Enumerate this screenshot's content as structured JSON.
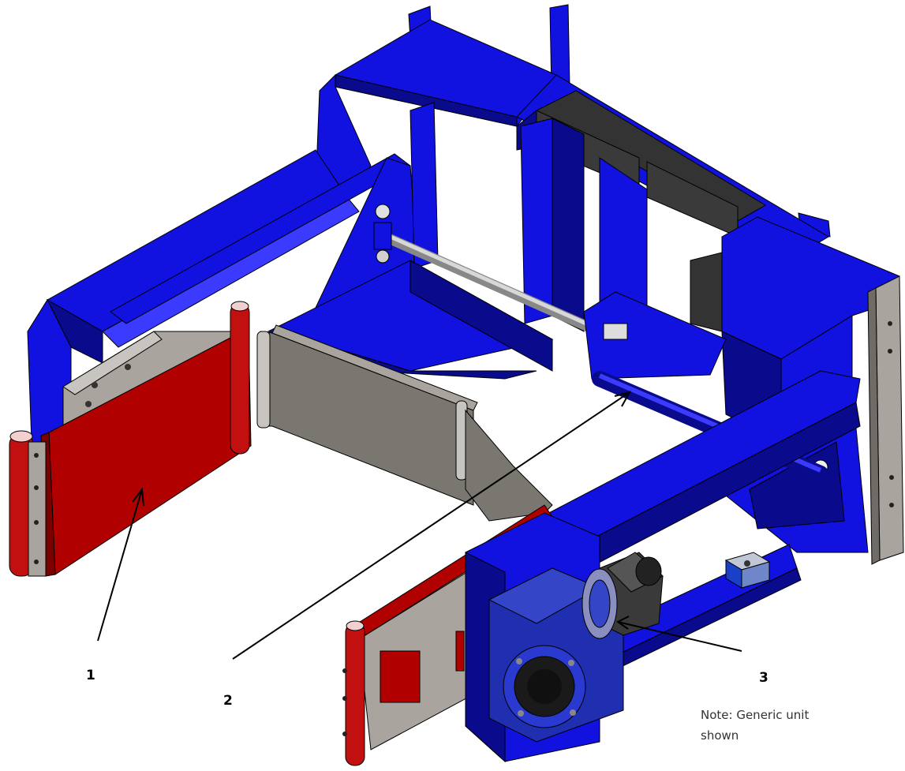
{
  "callouts": [
    {
      "id": "1",
      "label": "1"
    },
    {
      "id": "2",
      "label": "2"
    },
    {
      "id": "3",
      "label": "3"
    }
  ],
  "note": {
    "line1": "Note: Generic unit",
    "line2": "shown"
  },
  "colors": {
    "frame_blue": "#1111e0",
    "frame_dark": "#0a0a8c",
    "frame_light": "#3b3bff",
    "pad_red": "#b10000",
    "pad_red_dark": "#7a0000",
    "plate_grey": "#a9a49e",
    "plate_dark": "#6f6b66",
    "steel": "#c8c8c8",
    "motor_dark": "#2a2a2a"
  }
}
